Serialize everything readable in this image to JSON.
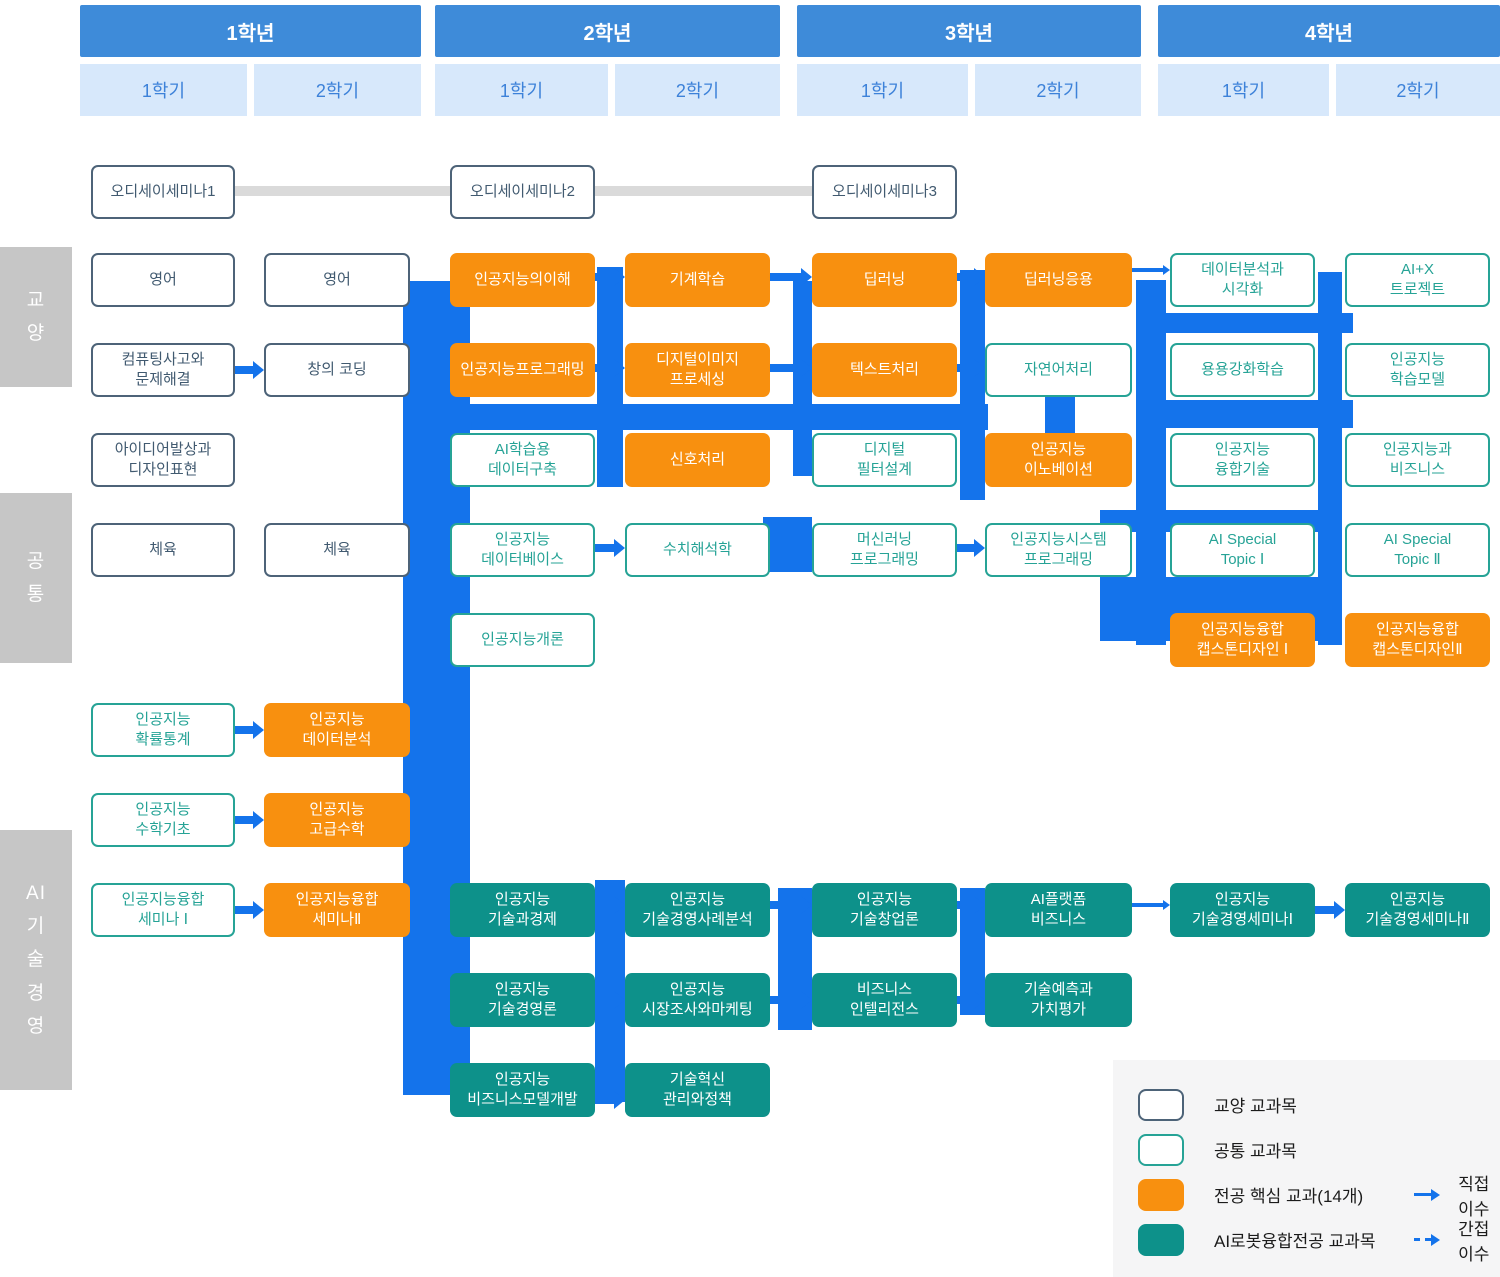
{
  "header": {
    "years": [
      {
        "label": "1학년",
        "semesters": [
          "1학기",
          "2학기"
        ]
      },
      {
        "label": "2학년",
        "semesters": [
          "1학기",
          "2학기"
        ]
      },
      {
        "label": "3학년",
        "semesters": [
          "1학기",
          "2학기"
        ]
      },
      {
        "label": "4학년",
        "semesters": [
          "1학기",
          "2학기"
        ]
      }
    ]
  },
  "sections": [
    {
      "label": "교양",
      "lines": [
        "교",
        "양"
      ]
    },
    {
      "label": "공통",
      "lines": [
        "공",
        "통"
      ]
    },
    {
      "label": "AI기술경영",
      "lines": [
        "AI",
        "기",
        "술",
        "경",
        "영"
      ]
    }
  ],
  "courses": [
    {
      "id": "odyssey-seminar-1",
      "col": 1,
      "row": 0,
      "type": "liberal",
      "lines": [
        "오디세이세미나1"
      ]
    },
    {
      "id": "odyssey-seminar-2",
      "col": 3,
      "row": 0,
      "type": "liberal",
      "lines": [
        "오디세이세미나2"
      ]
    },
    {
      "id": "odyssey-seminar-3",
      "col": 5,
      "row": 0,
      "type": "liberal",
      "lines": [
        "오디세이세미나3"
      ]
    },
    {
      "id": "english-1",
      "col": 1,
      "row": 1,
      "type": "liberal",
      "lines": [
        "영어"
      ]
    },
    {
      "id": "english-2",
      "col": 2,
      "row": 1,
      "type": "liberal",
      "lines": [
        "영어"
      ]
    },
    {
      "id": "understanding-ai",
      "col": 3,
      "row": 1,
      "type": "core",
      "lines": [
        "인공지능의이해"
      ]
    },
    {
      "id": "machine-learning",
      "col": 4,
      "row": 1,
      "type": "core",
      "lines": [
        "기계학습"
      ]
    },
    {
      "id": "deep-learning",
      "col": 5,
      "row": 1,
      "type": "core",
      "lines": [
        "딥러닝"
      ]
    },
    {
      "id": "deep-learning-application",
      "col": 6,
      "row": 1,
      "type": "core",
      "lines": [
        "딥러닝응용"
      ]
    },
    {
      "id": "data-analysis-visualization",
      "col": 7,
      "row": 1,
      "type": "common",
      "lines": [
        "데이터분석과",
        "시각화"
      ]
    },
    {
      "id": "ai-x-project",
      "col": 8,
      "row": 1,
      "type": "common",
      "lines": [
        "AI+X",
        "트로젝트"
      ]
    },
    {
      "id": "computing-thinking-problem-solving",
      "col": 1,
      "row": 2,
      "type": "liberal",
      "lines": [
        "컴퓨팅사고와",
        "문제해결"
      ]
    },
    {
      "id": "creative-coding",
      "col": 2,
      "row": 2,
      "type": "liberal",
      "lines": [
        "창의 코딩"
      ]
    },
    {
      "id": "ai-programming",
      "col": 3,
      "row": 2,
      "type": "core",
      "lines": [
        "인공지능프로그래밍"
      ]
    },
    {
      "id": "digital-image-processing",
      "col": 4,
      "row": 2,
      "type": "core",
      "lines": [
        "디지털이미지",
        "프로세싱"
      ]
    },
    {
      "id": "text-processing",
      "col": 5,
      "row": 2,
      "type": "core",
      "lines": [
        "텍스트처리"
      ]
    },
    {
      "id": "natural-language-processing",
      "col": 6,
      "row": 2,
      "type": "common",
      "lines": [
        "자연어처리"
      ]
    },
    {
      "id": "applied-reinforcement-learning",
      "col": 7,
      "row": 2,
      "type": "common",
      "lines": [
        "용용강화학습"
      ]
    },
    {
      "id": "ai-learning-model",
      "col": 8,
      "row": 2,
      "type": "common",
      "lines": [
        "인공지능",
        "학습모델"
      ]
    },
    {
      "id": "idea-development-design-expression",
      "col": 1,
      "row": 3,
      "type": "liberal",
      "lines": [
        "아이디어발상과",
        "디자인표현"
      ]
    },
    {
      "id": "ai-training-data-construction",
      "col": 3,
      "row": 3,
      "type": "common",
      "lines": [
        "AI학습용",
        "데이터구축"
      ]
    },
    {
      "id": "signal-processing",
      "col": 4,
      "row": 3,
      "type": "core",
      "lines": [
        "신호처리"
      ]
    },
    {
      "id": "digital-filter-design",
      "col": 5,
      "row": 3,
      "type": "common",
      "lines": [
        "디지털",
        "필터설계"
      ]
    },
    {
      "id": "ai-innovation",
      "col": 6,
      "row": 3,
      "type": "core",
      "lines": [
        "인공지능",
        "이노베이션"
      ]
    },
    {
      "id": "ai-convergence-technology",
      "col": 7,
      "row": 3,
      "type": "common",
      "lines": [
        "인공지능",
        "융합기술"
      ]
    },
    {
      "id": "ai-and-business",
      "col": 8,
      "row": 3,
      "type": "common",
      "lines": [
        "인공지능과",
        "비즈니스"
      ]
    },
    {
      "id": "physical-education-1",
      "col": 1,
      "row": 4,
      "type": "liberal",
      "lines": [
        "체육"
      ]
    },
    {
      "id": "physical-education-2",
      "col": 2,
      "row": 4,
      "type": "liberal",
      "lines": [
        "체육"
      ]
    },
    {
      "id": "ai-database",
      "col": 3,
      "row": 4,
      "type": "common",
      "lines": [
        "인공지능",
        "데이터베이스"
      ]
    },
    {
      "id": "numerical-analysis",
      "col": 4,
      "row": 4,
      "type": "common",
      "lines": [
        "수치해석학"
      ]
    },
    {
      "id": "machine-learning-programming",
      "col": 5,
      "row": 4,
      "type": "common",
      "lines": [
        "머신러닝",
        "프로그래밍"
      ]
    },
    {
      "id": "ai-system-programming",
      "col": 6,
      "row": 4,
      "type": "common",
      "lines": [
        "인공지능시스템",
        "프로그래밍"
      ]
    },
    {
      "id": "ai-special-topic-1",
      "col": 7,
      "row": 4,
      "type": "common",
      "lines": [
        "AI Special",
        "Topic Ⅰ"
      ]
    },
    {
      "id": "ai-special-topic-2",
      "col": 8,
      "row": 4,
      "type": "common",
      "lines": [
        "AI Special",
        "Topic Ⅱ"
      ]
    },
    {
      "id": "intro-to-ai",
      "col": 3,
      "row": 5,
      "type": "common",
      "lines": [
        "인공지능개론"
      ]
    },
    {
      "id": "ai-convergence-capstone-design-1",
      "col": 7,
      "row": 5,
      "type": "core",
      "lines": [
        "인공지능융합",
        "캡스톤디자인 Ⅰ"
      ]
    },
    {
      "id": "ai-convergence-capstone-design-2",
      "col": 8,
      "row": 5,
      "type": "core",
      "lines": [
        "인공지능융합",
        "캡스톤디자인Ⅱ"
      ]
    },
    {
      "id": "ai-probability-statistics",
      "col": 1,
      "row": 6,
      "type": "common",
      "lines": [
        "인공지능",
        "확률통계"
      ]
    },
    {
      "id": "ai-data-analysis",
      "col": 2,
      "row": 6,
      "type": "core",
      "lines": [
        "인공지능",
        "데이터분석"
      ]
    },
    {
      "id": "ai-math-basics",
      "col": 1,
      "row": 7,
      "type": "common",
      "lines": [
        "인공지능",
        "수학기초"
      ]
    },
    {
      "id": "ai-advanced-math",
      "col": 2,
      "row": 7,
      "type": "core",
      "lines": [
        "인공지능",
        "고급수학"
      ]
    },
    {
      "id": "ai-convergence-seminar-1",
      "col": 1,
      "row": 8,
      "type": "common",
      "lines": [
        "인공지능융합",
        "세미나 Ⅰ"
      ]
    },
    {
      "id": "ai-convergence-seminar-2",
      "col": 2,
      "row": 8,
      "type": "core",
      "lines": [
        "인공지능융합",
        "세미나Ⅱ"
      ]
    },
    {
      "id": "ai-technology-and-economy",
      "col": 3,
      "row": 8,
      "type": "robot",
      "lines": [
        "인공지능",
        "기술과경제"
      ]
    },
    {
      "id": "ai-tech-management-case-analysis",
      "col": 4,
      "row": 8,
      "type": "robot",
      "lines": [
        "인공지능",
        "기술경영사례분석"
      ]
    },
    {
      "id": "ai-tech-startup",
      "col": 5,
      "row": 8,
      "type": "robot",
      "lines": [
        "인공지능",
        "기술창업론"
      ]
    },
    {
      "id": "ai-platform-business",
      "col": 6,
      "row": 8,
      "type": "robot",
      "lines": [
        "AI플랫폼",
        "비즈니스"
      ]
    },
    {
      "id": "ai-tech-management-seminar-1",
      "col": 7,
      "row": 8,
      "type": "robot",
      "lines": [
        "인공지능",
        "기술경영세미나Ⅰ"
      ]
    },
    {
      "id": "ai-tech-management-seminar-2",
      "col": 8,
      "row": 8,
      "type": "robot",
      "lines": [
        "인공지능",
        "기술경영세미나Ⅱ"
      ]
    },
    {
      "id": "ai-tech-management-theory",
      "col": 3,
      "row": 9,
      "type": "robot",
      "lines": [
        "인공지능",
        "기술경영론"
      ]
    },
    {
      "id": "ai-market-research-marketing",
      "col": 4,
      "row": 9,
      "type": "robot",
      "lines": [
        "인공지능",
        "시장조사와마케팅"
      ]
    },
    {
      "id": "business-intelligence",
      "col": 5,
      "row": 9,
      "type": "robot",
      "lines": [
        "비즈니스",
        "인텔리전스"
      ]
    },
    {
      "id": "tech-forecasting-valuation",
      "col": 6,
      "row": 9,
      "type": "robot",
      "lines": [
        "기술예측과",
        "가치평가"
      ]
    },
    {
      "id": "ai-business-model-development",
      "col": 3,
      "row": 10,
      "type": "robot",
      "lines": [
        "인공지능",
        "비즈니스모델개발"
      ]
    },
    {
      "id": "tech-innovation-management-policy",
      "col": 4,
      "row": 10,
      "type": "robot",
      "lines": [
        "기술혁신",
        "관리와정책"
      ]
    }
  ],
  "legend": {
    "items": [
      {
        "type": "liberal",
        "label": "교양 교과목"
      },
      {
        "type": "common",
        "label": "공통 교과목"
      },
      {
        "type": "core",
        "label": "전공 핵심 교과(14개)"
      },
      {
        "type": "robot",
        "label": "AI로봇융합전공 교과목"
      }
    ],
    "arrows": [
      {
        "style": "solid",
        "label": "직접 이수"
      },
      {
        "style": "dashed",
        "label": "간접 이수"
      }
    ]
  },
  "colors": {
    "year_header": "#3e8bd9",
    "semester_bg": "#d7e8fb",
    "semester_text": "#3d82d9",
    "liberal_border": "#4d6378",
    "liberal_text": "#415a70",
    "common_border": "#26a396",
    "core_fill": "#f8900f",
    "robot_fill": "#0d918a",
    "connector": "#1473eb",
    "odyssey_connector": "#dadada",
    "section_fill": "#c6c6c6",
    "legend_bg": "#f5f5f6"
  }
}
